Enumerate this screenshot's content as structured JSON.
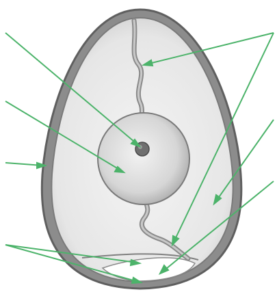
{
  "figure": {
    "subject": "egg-cross-section",
    "labels": [],
    "colors": {
      "shell": "#8c8c8c",
      "shell_dark": "#5f5f5f",
      "albumen": "#e6e6e6",
      "albumen_light": "#f4f4f4",
      "yolk": "#d2d2d2",
      "germinal_disc": "#6f6f6f",
      "air_cell": "#ffffff",
      "pointer": "#4cb36a",
      "background": "#ffffff"
    },
    "pointers": [
      {
        "target": "germinal-disc",
        "side": "left"
      },
      {
        "target": "yolk",
        "side": "left"
      },
      {
        "target": "shell",
        "side": "left"
      },
      {
        "target": "inner-membrane",
        "side": "left"
      },
      {
        "target": "outer-membrane",
        "side": "left"
      },
      {
        "target": "chalaza-top",
        "side": "right"
      },
      {
        "target": "chalaza-bottom",
        "side": "right"
      },
      {
        "target": "albumen",
        "side": "right"
      },
      {
        "target": "air-cell",
        "side": "right"
      }
    ]
  }
}
